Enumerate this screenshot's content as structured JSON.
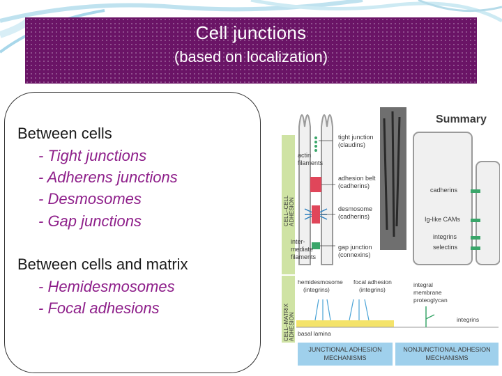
{
  "header": {
    "title": "Cell junctions",
    "subtitle": "(based on localization)"
  },
  "content": {
    "between_cells": {
      "heading": "Between cells",
      "items": [
        "- Tight junctions",
        "- Adherens junctions",
        "- Desmosomes",
        "- Gap junctions"
      ]
    },
    "between_cells_matrix": {
      "heading": "Between cells and matrix",
      "items": [
        "- Hemidesmosomes",
        "- Focal adhesions"
      ]
    }
  },
  "figure": {
    "summary": "Summary",
    "side_cell_cell": [
      "CELL–CELL",
      "ADHESION"
    ],
    "side_cell_matrix": [
      "CELL–MATRIX",
      "ADHESION"
    ],
    "labels": {
      "actin": [
        "actin",
        "filaments"
      ],
      "tight": [
        "tight junction",
        "(claudins)"
      ],
      "adhesion_belt": [
        "adhesion belt",
        "(cadherins)"
      ],
      "desmosome": [
        "desmosome",
        "(cadherins)"
      ],
      "intermediate": [
        "inter-",
        "mediate",
        "filaments"
      ],
      "gap": [
        "gap junction",
        "(connexins)"
      ],
      "cadherins": "cadherins",
      "igcams": "Ig-like CAMs",
      "integrins": "integrins",
      "selectins": "selectins",
      "hemidesmosome": [
        "hemidesmosome",
        "(integrins)"
      ],
      "focal": [
        "focal adhesion",
        "(integrins)"
      ],
      "proteoglycan": [
        "integral",
        "membrane",
        "proteoglycan"
      ],
      "integrins2": "integrins",
      "basal_lamina": "basal lamina",
      "junctional": [
        "JUNCTIONAL ADHESION",
        "MECHANISMS"
      ],
      "nonjunctional": [
        "NONJUNCTIONAL ADHESION",
        "MECHANISMS"
      ]
    }
  },
  "colors": {
    "title_bg": "#6a1466",
    "item_text": "#8e1f8a",
    "side_band": "#cfe3a4",
    "bottom_band": "#9fd0ec",
    "cell_line": "#9a9a9a"
  }
}
